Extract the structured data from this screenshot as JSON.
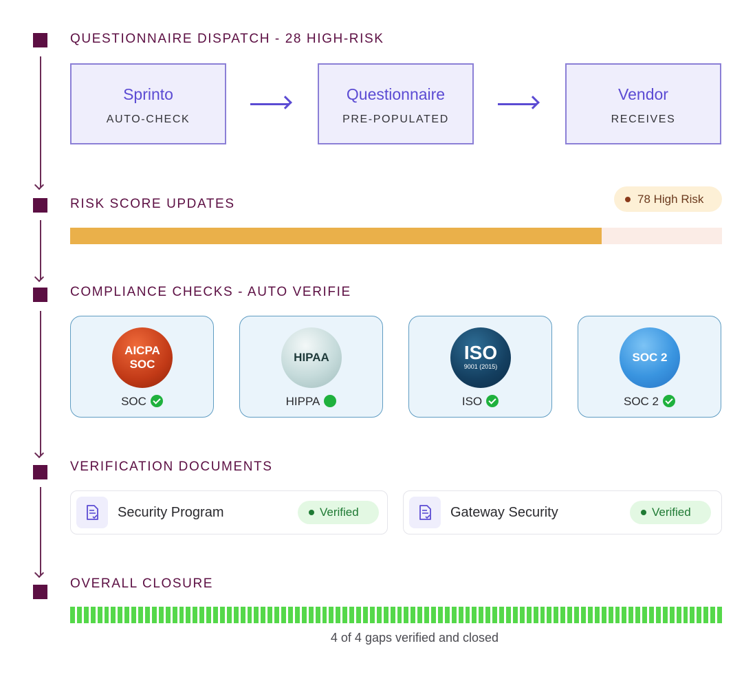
{
  "sections": {
    "dispatch": "QUESTIONNAIRE DISPATCH - 28 HIGH-RISK",
    "risk": "RISK SCORE UPDATES",
    "compliance": "COMPLIANCE CHECKS - AUTO VERIFIE",
    "documents": "VERIFICATION DOCUMENTS",
    "closure": "OVERALL CLOSURE"
  },
  "stages": [
    {
      "title": "Sprinto",
      "subtitle": "AUTO-CHECK"
    },
    {
      "title": "Questionnaire",
      "subtitle": "PRE-POPULATED"
    },
    {
      "title": "Vendor",
      "subtitle": "RECEIVES"
    }
  ],
  "risk": {
    "badge": "78 High Risk",
    "level": 0.815,
    "fill_color": "#eab04a"
  },
  "compliance": [
    {
      "badge_line1": "AICPA",
      "badge_line2": "SOC",
      "label": "SOC",
      "icon": "check-circle-icon"
    },
    {
      "badge_line1": "HIPAA",
      "badge_line2": "",
      "label": "HIPPA",
      "icon": "green-dot-icon"
    },
    {
      "badge_line1": "ISO",
      "badge_line2": "9001 (2015)",
      "label": "ISO",
      "icon": "check-circle-icon"
    },
    {
      "badge_line1": "SOC 2",
      "badge_line2": "",
      "label": "SOC 2",
      "icon": "check-circle-icon"
    }
  ],
  "documents": [
    {
      "name": "Security Program",
      "status": "Verified",
      "icon": "document-check-icon"
    },
    {
      "name": "Gateway Security",
      "status": "Verified",
      "icon": "document-check-icon"
    }
  ],
  "closure": {
    "text": "4 of 4 gaps verified and closed",
    "progress": 1.0,
    "color": "#55d84a"
  }
}
